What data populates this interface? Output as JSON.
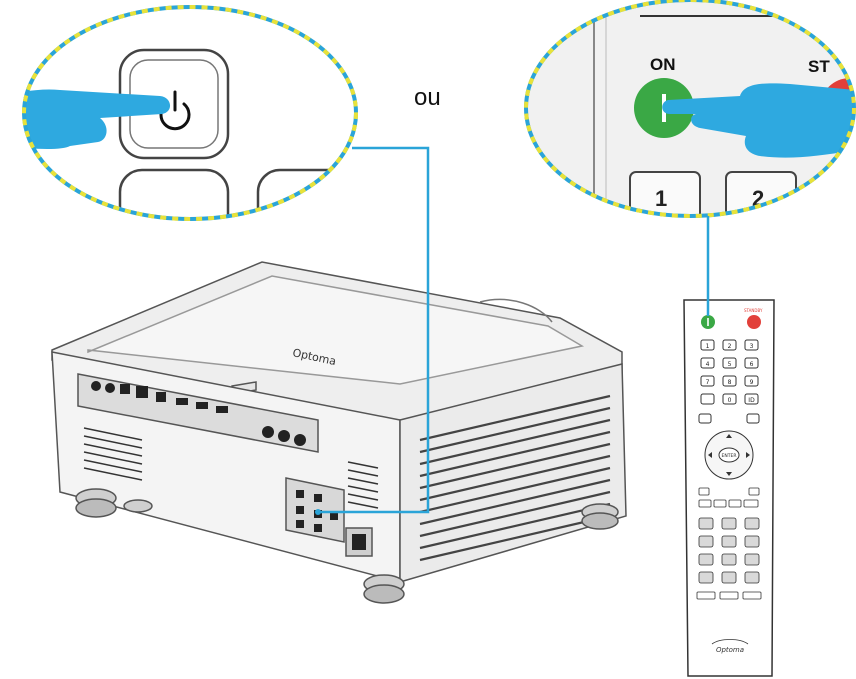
{
  "connector_word": "ou",
  "keypad_callout": {
    "on_label": "ON",
    "stby_label_partial": "ST",
    "key1": "1",
    "key2": "2"
  },
  "remote": {
    "standby_label": "STANDBY",
    "num_keys": [
      "1",
      "2",
      "3",
      "4",
      "5",
      "6",
      "7",
      "8",
      "9",
      "0",
      "ID"
    ],
    "enter_label": "ENTER",
    "logo": "Optoma"
  },
  "projector": {
    "logo": "Optoma"
  },
  "colors": {
    "callout_border_blue": "#2aa4d8",
    "callout_border_yellow": "#e8e23a",
    "hand_blue": "#2ea9e0",
    "leader_line": "#2aa4d8",
    "power_green": "#3aa845",
    "standby_red": "#e2403a"
  }
}
